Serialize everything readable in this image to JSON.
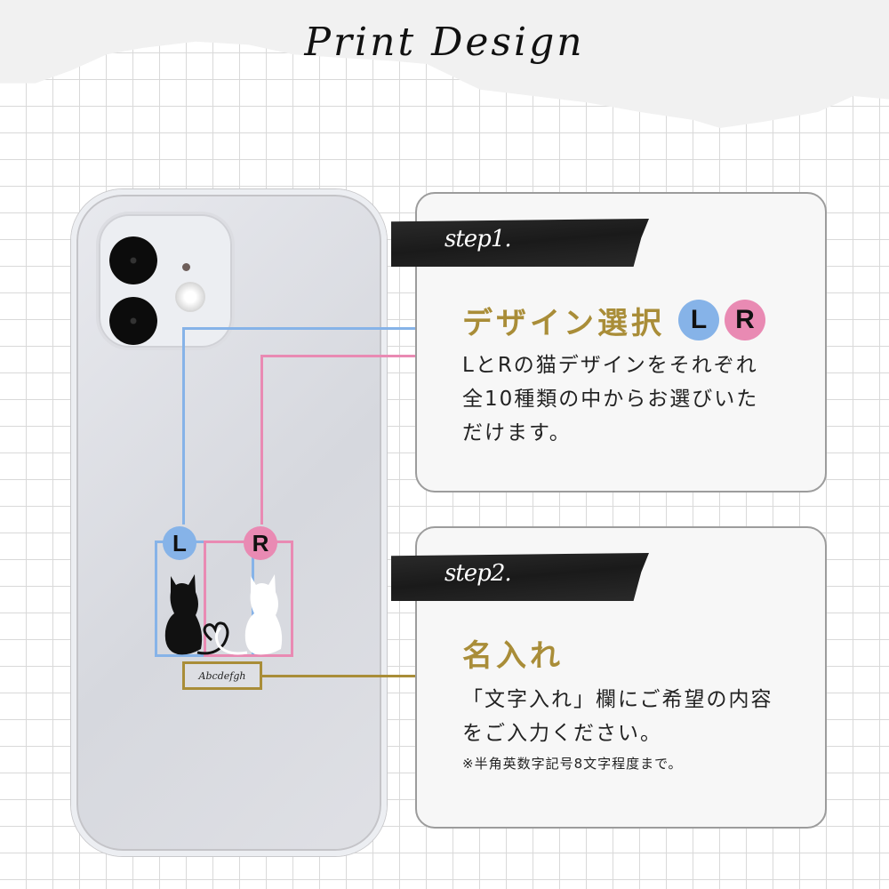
{
  "header": {
    "title": "Print Design"
  },
  "phone": {
    "badges": {
      "left": "L",
      "right": "R"
    },
    "name_sample": "Abcdefgh"
  },
  "steps": [
    {
      "tag": "step1.",
      "title": "デザイン選択",
      "badges": [
        "L",
        "R"
      ],
      "body_lines": [
        "LとRの猫デザインをそれぞれ",
        "全10種類の中からお選びいた",
        "だけます。"
      ]
    },
    {
      "tag": "step2.",
      "title": "名入れ",
      "body_lines": [
        "「文字入れ」欄にご希望の内容",
        "をご入力ください。"
      ],
      "note": "※半角英数字記号8文字程度まで。"
    }
  ],
  "colors": {
    "left": "#86b3e8",
    "right": "#e98ab3",
    "gold": "#a98d38"
  }
}
